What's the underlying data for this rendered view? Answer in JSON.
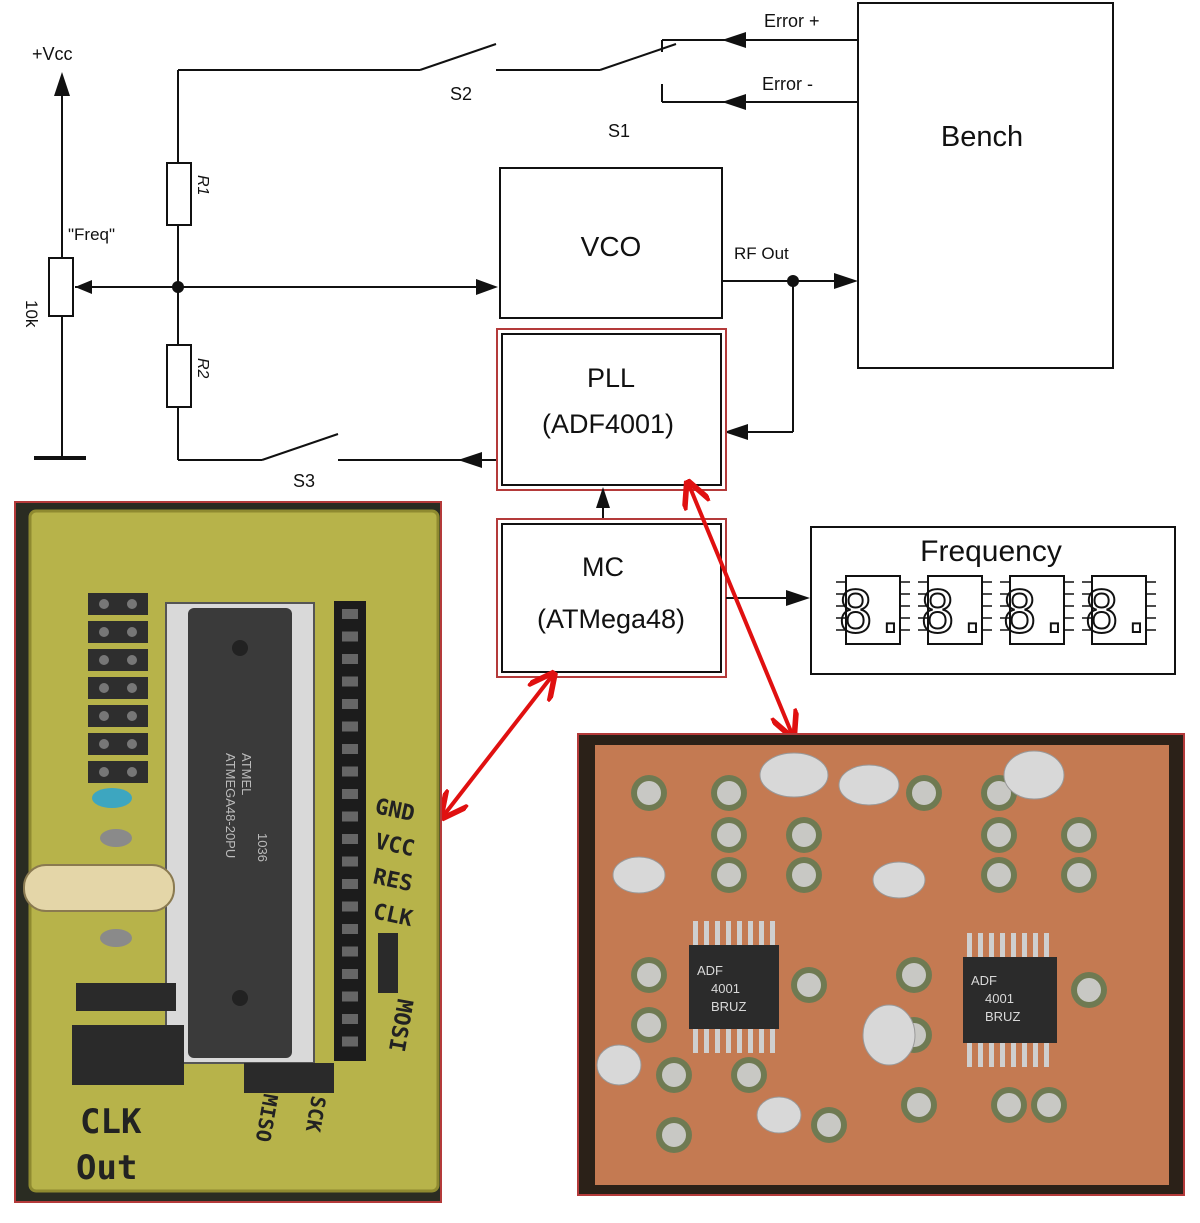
{
  "schematic": {
    "vcc_label": "+Vcc",
    "pot_label": "\"Freq\"",
    "pot_value": "10k",
    "r1_label": "R1",
    "r2_label": "R2",
    "s1_label": "S1",
    "s2_label": "S2",
    "s3_label": "S3",
    "error_plus": "Error +",
    "error_minus": "Error -",
    "rf_out": "RF Out"
  },
  "blocks": {
    "vco": {
      "title": "VCO"
    },
    "pll": {
      "title": "PLL",
      "subtitle": "(ADF4001)"
    },
    "mc": {
      "title": "MC",
      "subtitle": "(ATMega48)"
    },
    "bench": {
      "title": "Bench"
    },
    "display": {
      "title": "Frequency",
      "digits": [
        "8.",
        "8.",
        "8.",
        "8."
      ]
    }
  },
  "photos": {
    "mc_board": {
      "chip_marking": [
        "ATMEL",
        "1036",
        "ATMEGA48-20PU"
      ],
      "labels": [
        "GND",
        "VCC",
        "RES",
        "CLK",
        "MOSI",
        "MISO",
        "SCK",
        "CLK",
        "Out"
      ]
    },
    "pll_board": {
      "chip_marking": [
        "ADF",
        "4001",
        "BRUZ"
      ]
    }
  },
  "colors": {
    "line": "#111111",
    "accent_arrow": "#e01010",
    "block_border_double": "#b43a3a",
    "pcb_green": "#b7b34a",
    "pcb_copper": "#c47a52"
  }
}
